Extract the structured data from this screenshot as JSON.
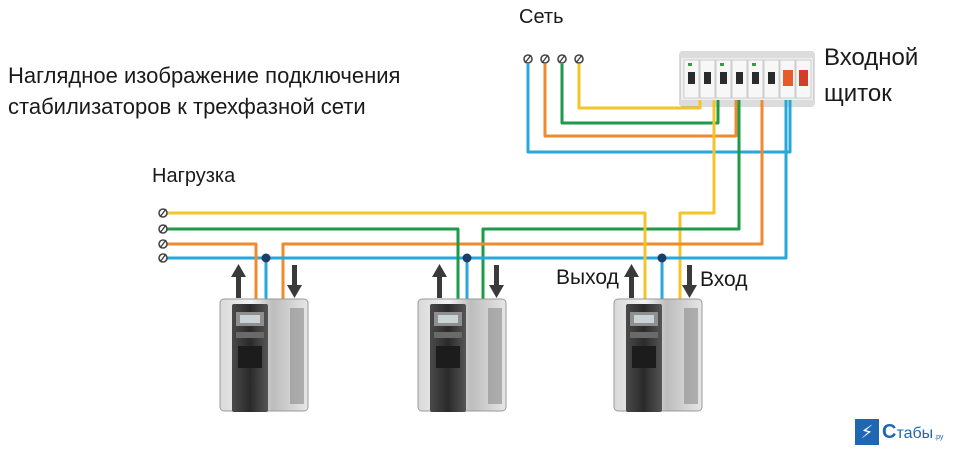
{
  "title": {
    "line1": "Наглядное изображение подключения",
    "line2": "стабилизаторов к трехфазной сети"
  },
  "labels": {
    "net": "Сеть",
    "load": "Нагрузка",
    "panel_line1": "Входной",
    "panel_line2": "щиток",
    "output": "Выход",
    "input": "Вход"
  },
  "wire_colors": {
    "phase_yellow": "#f4c52b",
    "phase_green": "#1e9a4a",
    "phase_orange": "#ef8a2e",
    "neutral_blue": "#2aa7da"
  },
  "logo": {
    "letter": "С",
    "text": "табы",
    "suffix": ".ру"
  }
}
